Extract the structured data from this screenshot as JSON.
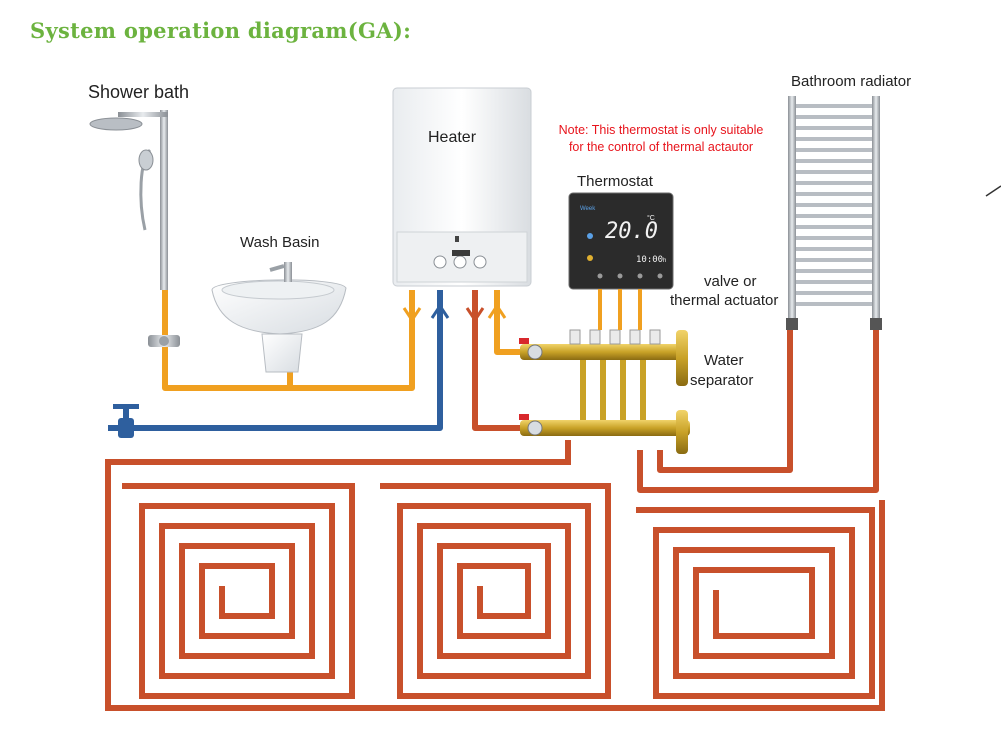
{
  "title": "System operation diagram(GA):",
  "labels": {
    "shower_bath": "Shower bath",
    "wash_basin": "Wash Basin",
    "heater": "Heater",
    "thermostat": "Thermostat",
    "bathroom_radiator": "Bathroom radiator",
    "valve_line1": "valve or",
    "valve_line2": "thermal actuator",
    "separator_line1": "Water",
    "separator_line2": "separator"
  },
  "note": {
    "line1": "Note: This thermostat is only suitable",
    "line2": "for the control of thermal actautor"
  },
  "thermostat_display": {
    "temperature": "20.0",
    "unit": "°C",
    "clock": "10:00",
    "clock_suffix": "h",
    "mode_label": "Week"
  },
  "colors": {
    "title": "#6cb33f",
    "note": "#e8141c",
    "hot_pipe": "#c8502b",
    "supply_pipe": "#f0a020",
    "cold_pipe": "#2e5f9e",
    "brass": "#c9a227",
    "thermostat_bg": "#2b2b2b"
  },
  "icons": [
    "shower-icon",
    "wash-basin-icon",
    "heater-icon",
    "thermostat-icon",
    "radiator-icon",
    "manifold-icon",
    "tap-valve-icon"
  ]
}
